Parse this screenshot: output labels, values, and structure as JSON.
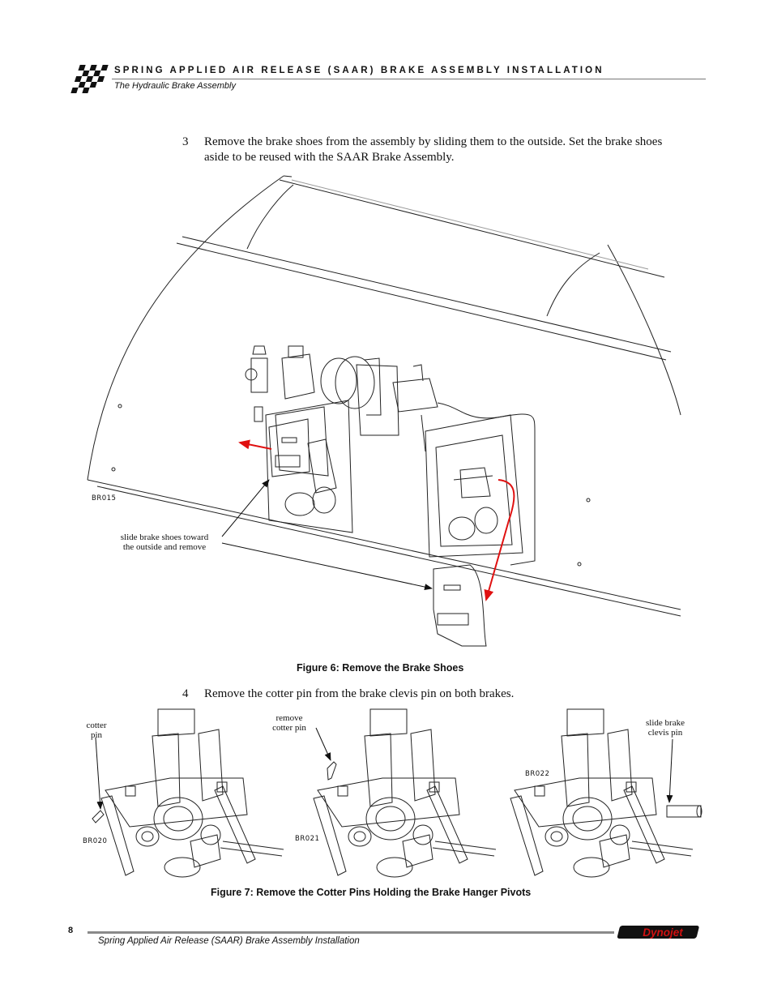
{
  "header": {
    "title": "SPRING APPLIED AIR RELEASE (SAAR) BRAKE ASSEMBLY INSTALLATION",
    "subtitle": "The Hydraulic Brake Assembly"
  },
  "steps": [
    {
      "number": "3",
      "text": "Remove the brake shoes from the assembly by sliding them to the outside. Set the brake shoes aside to be reused with the SAAR Brake Assembly."
    },
    {
      "number": "4",
      "text": "Remove the cotter pin from the brake clevis pin on both brakes."
    }
  ],
  "figure6": {
    "caption": "Figure 6: Remove the Brake Shoes",
    "code": "BR015",
    "callout_line1": "slide brake shoes toward",
    "callout_line2": "the outside and remove"
  },
  "figure7": {
    "caption": "Figure 7: Remove the Cotter Pins Holding the Brake Hanger Pivots",
    "panels": [
      {
        "code": "BR020",
        "label_line1": "cotter",
        "label_line2": "pin"
      },
      {
        "code": "BR021",
        "label_line1": "remove",
        "label_line2": "cotter pin"
      },
      {
        "code": "BR022",
        "label_line1": "slide brake",
        "label_line2": "clevis pin"
      }
    ]
  },
  "footer": {
    "page_number": "8",
    "text": "Spring Applied Air Release (SAAR) Brake Assembly Installation",
    "logo_text": "Dynojet"
  },
  "colors": {
    "arrow_red": "#e01010",
    "logo_red": "#d01010",
    "rule_gray": "#8a8a8a"
  }
}
